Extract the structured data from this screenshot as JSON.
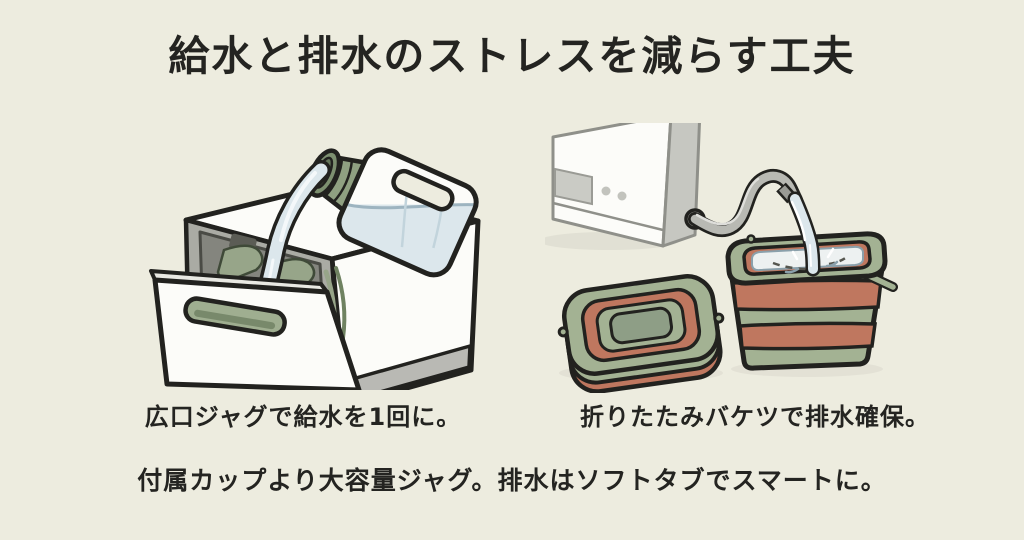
{
  "title": "給水と排水のストレスを減らす工夫",
  "left_figure": {
    "caption": "広口ジャグで給水を1回に。"
  },
  "right_figure": {
    "caption": "折りたたみバケツで排水確保。"
  },
  "footer": "付属カップより大容量ジャグ。排水はソフトタブでスマートに。",
  "colors": {
    "bg": "#edecdf",
    "ink": "#22221f",
    "text": "#242421",
    "green": "#a3b293",
    "green-mid": "#97a589",
    "handle-green": "#9fae90",
    "cap-green": "#8fa081",
    "cap-rim": "#7d9070",
    "terracotta": "#bf775f",
    "water": "#dce7ec",
    "water-line": "#9db4c0",
    "white": "#fcfcf9",
    "machine-gray": "#c6c7c1",
    "frame-gray": "#8f908a",
    "panel-gray": "#aaaba4",
    "interior": "#84857e",
    "interior-dark": "#6b6c65",
    "hose": "#b8b9b3",
    "base-gray": "#b9b9b4",
    "shadow": "#dcdbce",
    "water-surface": "#edf1f1"
  }
}
